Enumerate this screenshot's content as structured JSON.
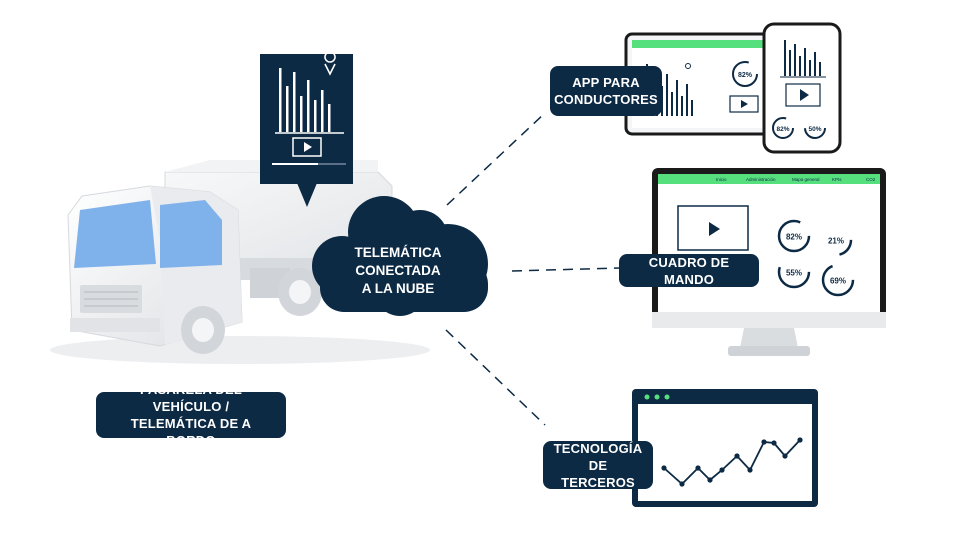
{
  "labels": {
    "driver_app": [
      "APP PARA",
      "CONDUCTORES"
    ],
    "dashboard": [
      "CUADRO DE MANDO"
    ],
    "third_party": [
      "TECNOLOGÍA",
      "DE TERCEROS"
    ],
    "gateway": [
      "PASARELA DEL VEHÍCULO /",
      "TELEMÁTICA DE A BORDO"
    ],
    "cloud": [
      "TELEMÁTICA",
      "CONECTADA",
      "A LA NUBE"
    ]
  },
  "tablet": {
    "gauge": "82%"
  },
  "phone": {
    "gauges": [
      "82%",
      "50%"
    ]
  },
  "monitor": {
    "nav": [
      "Inicio",
      "Administración",
      "Mapa general",
      "KPIs",
      "CO2"
    ],
    "gauges": [
      "82%",
      "21%",
      "55%",
      "69%"
    ]
  },
  "colors": {
    "navy": "#0d2a45",
    "accent_green": "#55e07d",
    "truck_blue": "#7fb2ea"
  }
}
